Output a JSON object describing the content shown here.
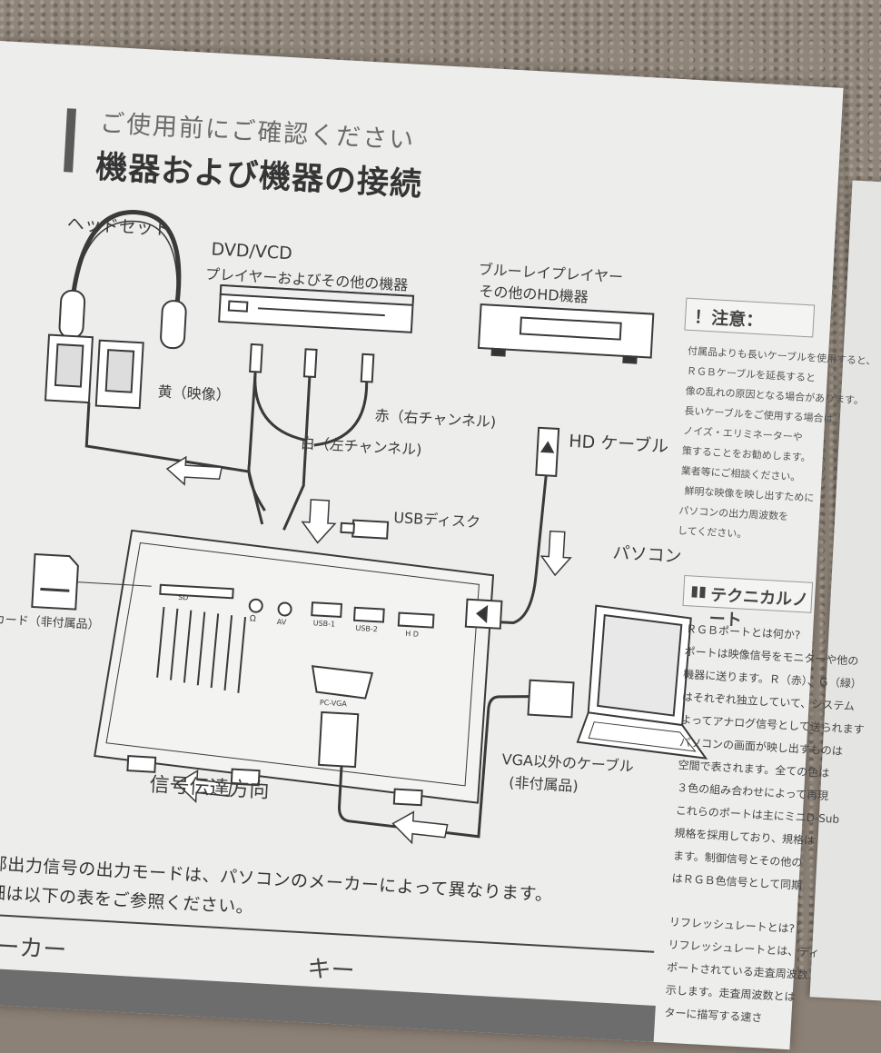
{
  "header": {
    "subtitle": "ご使用前にご確認ください",
    "title": "機器および機器の接続"
  },
  "diagram": {
    "headset": "ヘッドセット",
    "dvd_line1": "DVD/VCD",
    "dvd_line2": "プレイヤーおよびその他の機器",
    "bluray_line1": "ブルーレイプレイヤー",
    "bluray_line2": "その他のHD機器",
    "yellow": "黄（映像）",
    "red": "赤（右チャンネル)",
    "white": "白（左チャンネル)",
    "hd_cable": "HD ケーブル",
    "usb_disk": "USBディスク",
    "pc": "パソコン",
    "sd_card": "SDカード（非付属品）",
    "vga_cable_line1": "VGA以外のケーブル",
    "vga_cable_line2": "(非付属品)",
    "signal_direction": "信号伝達方向",
    "ports": {
      "sd": "SD",
      "headphone": "Ω",
      "av": "AV",
      "usb1": "USB-1",
      "usb2": "USB-2",
      "hd": "H D",
      "pc_vga": "PC-VGA"
    }
  },
  "sidebar": {
    "caution_title": "！注意：",
    "caution_lines": [
      "付属品よりも長いケーブルを使用すると、",
      "ＲＧＢケーブルを延長すると",
      "像の乱れの原因となる場合があります。",
      "長いケーブルをご使用する場合は",
      "ノイズ・エリミネーターや",
      "策することをお勧めします。",
      "業者等にご相談ください。",
      "鮮明な映像を映し出すために",
      "パソコンの出力周波数を",
      "してください。"
    ],
    "tech_title": "テクニカルノート",
    "tech_icon": "▮▮",
    "tech_lines": [
      "ＲＧＢポートとは何か?",
      "ポートは映像信号をモニターや他の",
      "機器に送ります。Ｒ（赤）、Ｇ（緑）",
      "はそれぞれ独立していて、システム",
      "よってアナログ信号として送られます",
      "パソコンの画面が映し出すものは",
      "空間で表されます。全ての色は",
      "３色の組み合わせによって再現",
      "これらのポートは主にミニD-Sub",
      "規格を採用しており、規格は",
      "ます。制御信号とその他の",
      "はＲＧＢ色信号として同期"
    ],
    "refresh_lines": [
      "リフレッシュレートとは?",
      "リフレッシュレートとは、ディ",
      "ポートされている走査周波数",
      "示します。走査周波数とは",
      "ターに描写する速さ"
    ]
  },
  "body": {
    "line1": "外部出力信号の出力モードは、パソコンのメーカーによって異なります。",
    "line2": "詳細は以下の表をご参照ください。"
  },
  "table": {
    "col1": "メーカー",
    "col2": "キー"
  }
}
